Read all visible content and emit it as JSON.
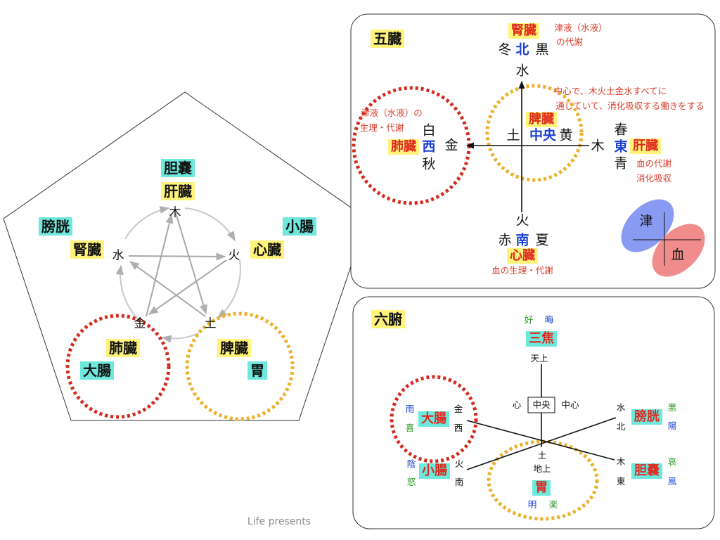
{
  "footer": "Life presents",
  "left": {
    "organs": {
      "tantou": "胆嚢",
      "kanzou": "肝臓",
      "boukou": "膀胱",
      "jinzou": "腎臓",
      "shouchou": "小腸",
      "shinzou": "心臓",
      "haizou": "肺臓",
      "daichou": "大腸",
      "hizou": "脾臓",
      "i": "胃"
    },
    "elements": {
      "wood": "木",
      "fire": "火",
      "earth": "土",
      "metal": "金",
      "water": "水"
    }
  },
  "gozou": {
    "title": "五臓",
    "north": {
      "organ": "腎臓",
      "season": "冬",
      "dir": "北",
      "color": "黒",
      "elem": "水",
      "note1": "津液（水液）",
      "note2": "の代謝"
    },
    "west": {
      "organ": "肺臓",
      "color": "白",
      "dir": "西",
      "season": "秋",
      "elem": "金",
      "note1": "津液（水液）の",
      "note2": "生理・代謝"
    },
    "east": {
      "organ": "肝臓",
      "season": "春",
      "dir": "東",
      "color": "青",
      "elem": "木",
      "note1": "血の代謝",
      "note2": "消化吸収"
    },
    "center": {
      "organ": "脾臓",
      "elem": "土",
      "dir": "中央",
      "color": "黄",
      "note1": "中心で、木火土金水すべてに",
      "note2": "通じていて、消化吸収する働きをする"
    },
    "south": {
      "elem": "火",
      "color": "赤",
      "dir": "南",
      "season": "夏",
      "organ": "心臓",
      "note": "血の生理・代謝"
    },
    "legend": {
      "tsu": "津",
      "ketsu": "血"
    }
  },
  "roppu": {
    "title": "六腑",
    "top": {
      "a": "好",
      "b": "晦",
      "organ": "三焦",
      "label": "天上"
    },
    "center": {
      "left": "心",
      "box": "中央",
      "right": "中心",
      "elem": "土",
      "label": "地上"
    },
    "daichou": {
      "organ": "大腸",
      "e1": "雨",
      "e2": "喜",
      "elem": "金",
      "dir": "西"
    },
    "shouchou": {
      "organ": "小腸",
      "e1": "陰",
      "e2": "怒",
      "elem": "火",
      "dir": "南"
    },
    "boukou": {
      "organ": "膀胱",
      "elem": "水",
      "dir": "北",
      "e1": "悪",
      "e2": "陽"
    },
    "tannou": {
      "organ": "胆嚢",
      "elem": "木",
      "dir": "東",
      "e1": "哀",
      "e2": "風"
    },
    "i": {
      "organ": "胃",
      "e1": "明",
      "e2": "楽"
    }
  },
  "colors": {
    "red_circle": "#d42a1e",
    "orange_circle": "#ecb02a",
    "yellow_box": "#fff37a",
    "cyan_box": "#6ee8dc",
    "blue_text": "#1a3fd4",
    "red_text": "#e0281e",
    "green_text": "#2f9a26"
  }
}
